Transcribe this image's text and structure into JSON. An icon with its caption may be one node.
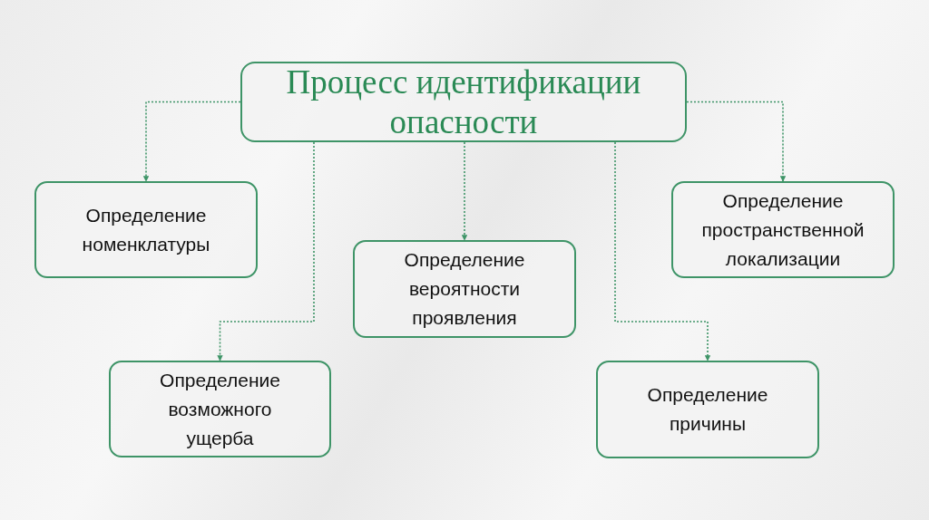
{
  "diagram": {
    "nodes": [
      {
        "text": [
          "Процесс идентификации опасности"
        ]
      },
      {
        "text": [
          "Определение номенклатуры"
        ]
      },
      {
        "text": [
          "Определение вероятности проявления"
        ]
      },
      {
        "text": [
          "Определение пространственной локализации"
        ]
      },
      {
        "text": [
          "Определение возможного ущерба"
        ]
      },
      {
        "text": [
          "Определение причины"
        ]
      }
    ],
    "edges": [
      {
        "from": 0,
        "to": 1,
        "arrow": "to",
        "style": "dashed"
      },
      {
        "from": 0,
        "to": 2,
        "arrow": "to",
        "style": "dashed"
      },
      {
        "from": 0,
        "to": 3,
        "arrow": "to",
        "style": "dashed"
      },
      {
        "from": 0,
        "to": 4,
        "arrow": "to",
        "style": "dashed"
      },
      {
        "from": 0,
        "to": 5,
        "arrow": "to",
        "style": "dashed"
      }
    ]
  }
}
